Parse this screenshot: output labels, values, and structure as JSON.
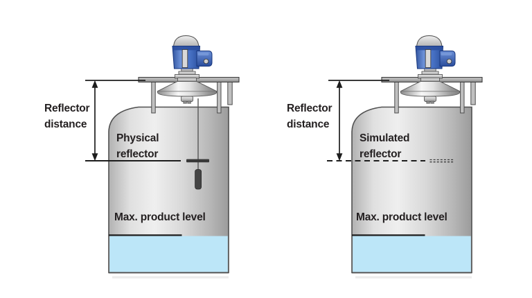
{
  "labels": {
    "left": {
      "reflector_distance": "Reflector\ndistance",
      "reflector_type": "Physical\nreflector",
      "max_product_level": "Max. product level"
    },
    "right": {
      "reflector_distance": "Reflector\ndistance",
      "reflector_type": "Simulated\nreflector",
      "max_product_level": "Max. product level"
    }
  },
  "icons": {
    "transmitter": "radar-level-transmitter-icon",
    "antenna": "parabolic-antenna-icon",
    "echo_marks": "echo-dashes-icon"
  },
  "colors": {
    "background": "#ffffff",
    "text": "#231f20",
    "annotation_line": "#1d1d1d",
    "liquid": "#b7e4f8",
    "transmitter_blue": "#4a74c8",
    "tank_grey": "#d9d9d9",
    "outline": "#4f4f4f"
  }
}
